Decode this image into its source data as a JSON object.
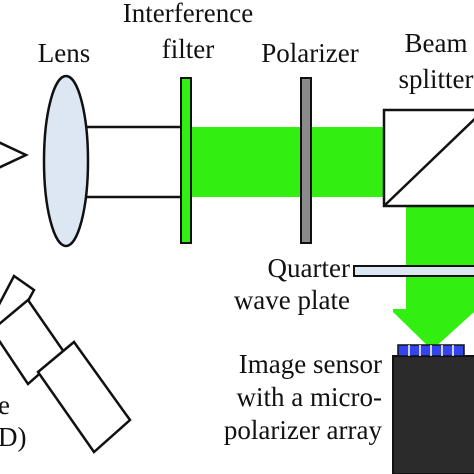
{
  "labels": {
    "lens": "Lens",
    "interference_filter": [
      "Interference",
      "filter"
    ],
    "polarizer": "Polarizer",
    "beam_splitter": [
      "Beam",
      "splitter"
    ],
    "quarter_wave_plate": [
      "Quarter",
      "wave plate"
    ],
    "image_sensor": [
      "Image sensor",
      "with a micro-",
      "polarizer array"
    ],
    "partial_left": [
      "e",
      "D)"
    ]
  },
  "colors": {
    "beam": "#33ee11",
    "outline": "#111111",
    "lens_fill": "#dde6f3",
    "filter": "#33ee11",
    "polarizer": "#8a8a8a",
    "sensor": "#2b2b2b",
    "micro_polarizer": "#3344ee"
  }
}
